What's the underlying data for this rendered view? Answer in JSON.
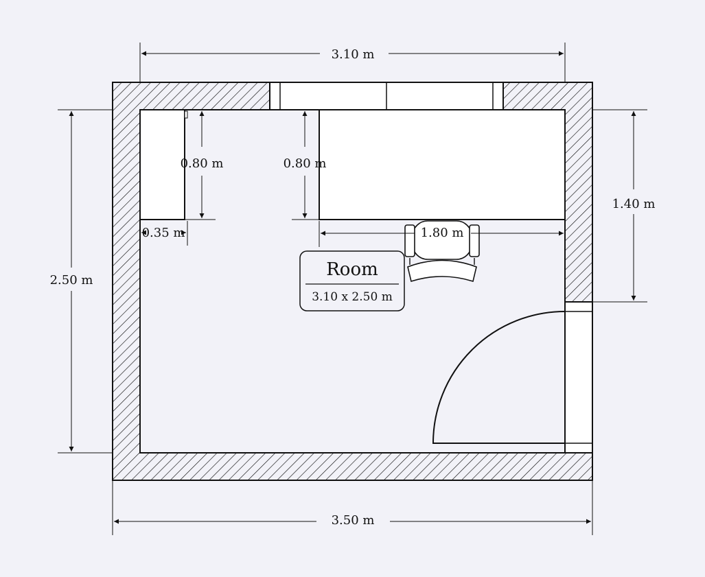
{
  "room": {
    "name": "Room",
    "size_label": "3.10 x 2.50 m"
  },
  "dimensions": {
    "interior_width": "3.10 m",
    "exterior_width": "3.50 m",
    "interior_depth": "2.50 m",
    "right_wall_segment": "1.40 m",
    "cabinet_depth": "0.80 m",
    "cabinet_width": "0.35 m",
    "desk_depth": "0.80 m",
    "desk_width": "1.80 m"
  },
  "colors": {
    "background": "#f2f2f8",
    "line": "#111111",
    "fill": "#ffffff"
  }
}
